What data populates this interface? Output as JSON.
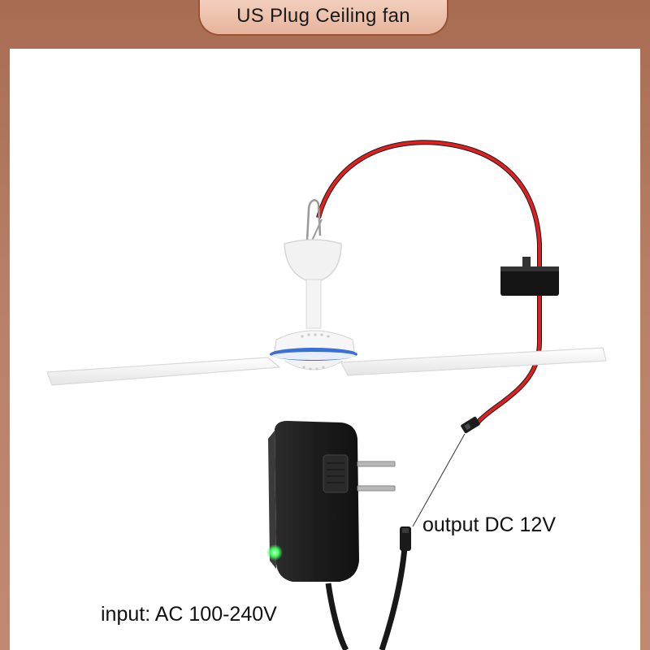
{
  "header": {
    "title": "US Plug Ceiling fan"
  },
  "annotations": {
    "output": "output DC 12V",
    "input": "input: AC 100-240V"
  },
  "colors": {
    "frame": "#b57a5e",
    "title_bg": "#eebfa8",
    "title_border": "#9c5233",
    "wire_red": "#e02020",
    "adapter": "#222222",
    "led": "#3cff5a",
    "fan_accent_ring": "#3a6fd8"
  },
  "icons": [
    "ceiling-fan",
    "power-adapter",
    "inline-switch",
    "dc-connector"
  ]
}
